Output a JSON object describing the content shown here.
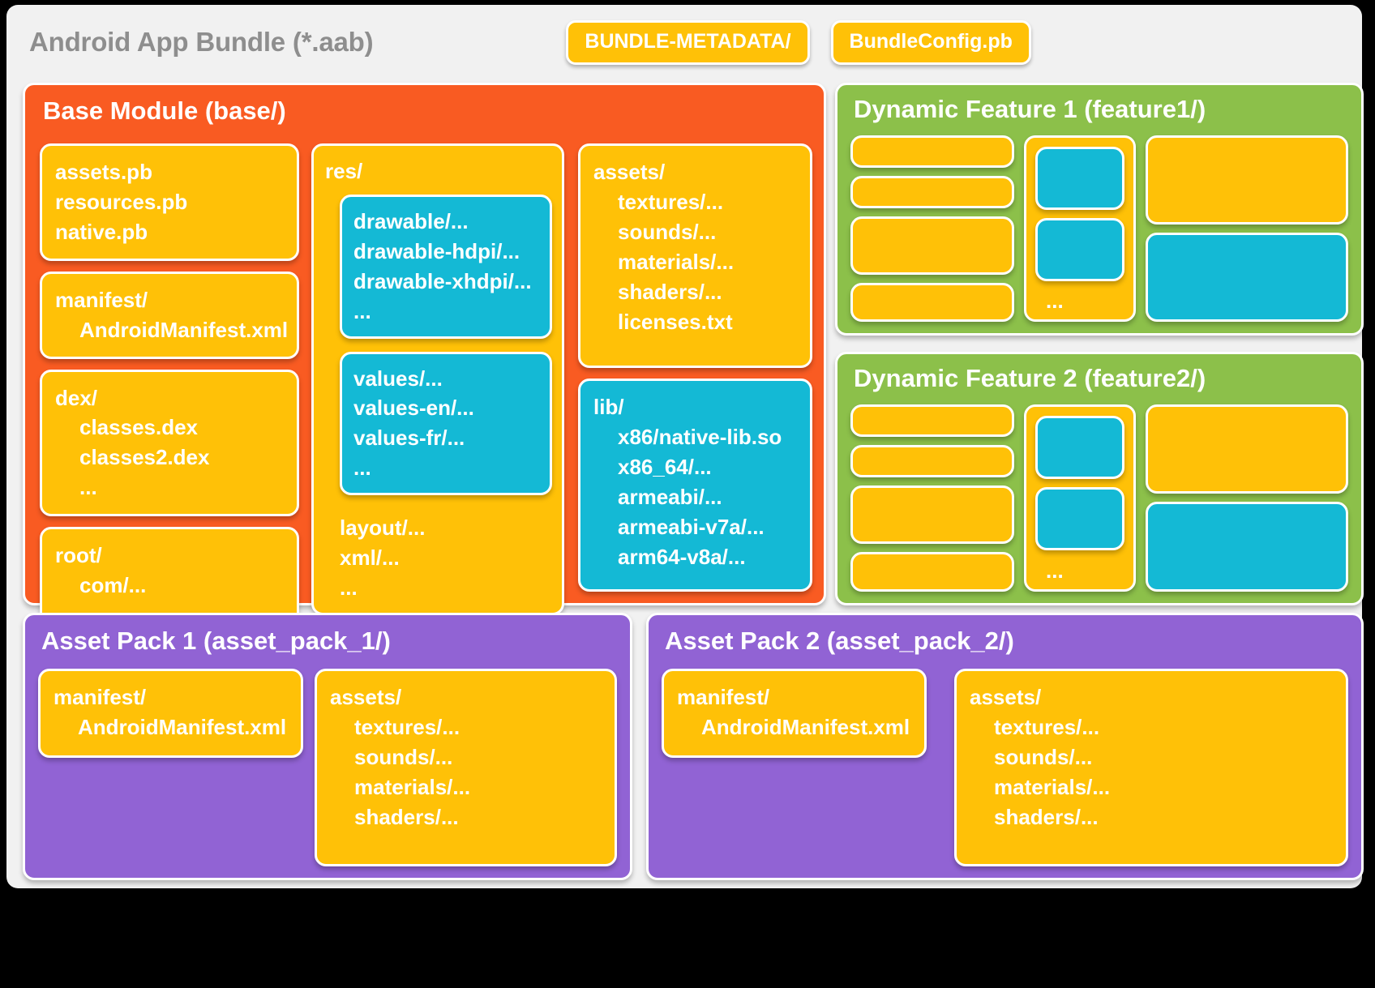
{
  "bundle": {
    "title": "Android App Bundle (*.aab)",
    "metadata_chips": [
      {
        "label": "BUNDLE-METADATA/"
      },
      {
        "label": "BundleConfig.pb"
      }
    ]
  },
  "base_module": {
    "title": "Base Module (base/)",
    "column_a": [
      {
        "name": "protos-card",
        "color": "yellow",
        "lines": [
          "assets.pb",
          "resources.pb",
          "native.pb"
        ]
      },
      {
        "name": "manifest-card",
        "color": "yellow",
        "lines": [
          "manifest/",
          "AndroidManifest.xml"
        ]
      },
      {
        "name": "dex-card",
        "color": "yellow",
        "lines": [
          "dex/",
          "classes.dex",
          "classes2.dex",
          "..."
        ]
      },
      {
        "name": "root-card",
        "color": "yellow",
        "lines": [
          "root/",
          "com/...",
          "..."
        ]
      }
    ],
    "res_card": {
      "label": "res/",
      "drawable_lines": [
        "drawable/...",
        "drawable-hdpi/...",
        "drawable-xhdpi/...",
        "..."
      ],
      "values_lines": [
        "values/...",
        "values-en/...",
        "values-fr/...",
        "..."
      ],
      "tail_lines": [
        "layout/...",
        "xml/...",
        "..."
      ]
    },
    "assets_card": {
      "lines": [
        "assets/",
        "textures/...",
        "sounds/...",
        "materials/...",
        "shaders/...",
        "licenses.txt"
      ]
    },
    "lib_card": {
      "lines": [
        "lib/",
        "x86/native-lib.so",
        "x86_64/...",
        "armeabi/...",
        "armeabi-v7a/...",
        "arm64-v8a/..."
      ]
    }
  },
  "dynamic_features": [
    {
      "title": "Dynamic Feature 1 (feature1/)",
      "mid_dots": "..."
    },
    {
      "title": "Dynamic Feature 2 (feature2/)",
      "mid_dots": "..."
    }
  ],
  "asset_packs": [
    {
      "title": "Asset Pack 1 (asset_pack_1/)",
      "manifest_lines": [
        "manifest/",
        "AndroidManifest.xml"
      ],
      "assets_lines": [
        "assets/",
        "textures/...",
        "sounds/...",
        "materials/...",
        "shaders/..."
      ]
    },
    {
      "title": "Asset Pack 2 (asset_pack_2/)",
      "manifest_lines": [
        "manifest/",
        "AndroidManifest.xml"
      ],
      "assets_lines": [
        "assets/",
        "textures/...",
        "sounds/...",
        "materials/...",
        "shaders/..."
      ]
    }
  ],
  "colors": {
    "orange": "#F95B22",
    "yellow": "#FFC107",
    "cyan": "#14B9D5",
    "green": "#8CC04A",
    "purple": "#9163D4",
    "frame": "#F1F1F1",
    "title_gray": "#8E8E8E",
    "background": "#000000"
  }
}
